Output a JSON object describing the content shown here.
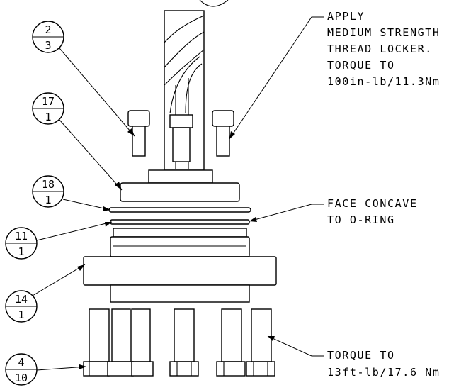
{
  "balloons": [
    {
      "item": "2",
      "qty": "3"
    },
    {
      "item": "17",
      "qty": "1"
    },
    {
      "item": "18",
      "qty": "1"
    },
    {
      "item": "11",
      "qty": "1"
    },
    {
      "item": "14",
      "qty": "1"
    },
    {
      "item": "4",
      "qty": "10"
    }
  ],
  "notes": {
    "thread_locker": [
      "APPLY",
      "MEDIUM STRENGTH",
      "THREAD LOCKER.",
      "TORQUE TO",
      "100in-lb/11.3Nm"
    ],
    "face_concave": [
      "FACE CONCAVE",
      "TO O-RING"
    ],
    "torque_bolts": [
      "TORQUE TO",
      "13ft-lb/17.6 Nm"
    ]
  }
}
